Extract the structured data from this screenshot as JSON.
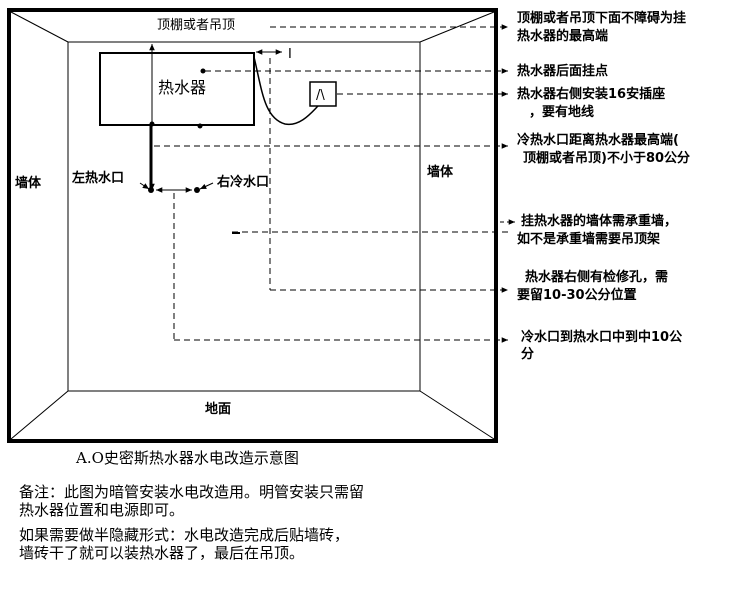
{
  "diagram": {
    "ceiling": "顶棚或者吊顶",
    "heater": "热水器",
    "wall_left": "墙体",
    "wall_right": "墙体",
    "floor": "地面",
    "hot_outlet": "左热水口",
    "cold_outlet": "右冷水口",
    "small_mark": "I",
    "socket_glyph": "/\\",
    "callouts": [
      {
        "line1": "顶棚或者吊顶下面不障碍为挂",
        "line2": "热水器的最高端"
      },
      {
        "line1": "热水器后面挂点",
        "line2": ""
      },
      {
        "line1": "热水器右侧安装16安插座",
        "line2": "，要有地线"
      },
      {
        "line1": "冷热水口距离热水器最高端(",
        "line2": "顶棚或者吊顶)不小于80公分"
      },
      {
        "line1": "挂热水器的墙体需承重墙，",
        "line2": "如不是承重墙需要吊顶架"
      },
      {
        "line1": "热水器右侧有检修孔，需",
        "line2": "要留10-30公分位置"
      },
      {
        "line1": "冷水口到热水口中到中10公",
        "line2": "分"
      }
    ]
  },
  "caption": "A.O史密斯热水器水电改造示意图",
  "notes": [
    {
      "line1": "备注：此图为暗管安装水电改造用。明管安装只需留",
      "line2": "热水器位置和电源即可。"
    },
    {
      "line1": "如果需要做半隐藏形式：水电改造完成后贴墙砖，",
      "line2": "墙砖干了就可以装热水器了，最后在吊顶。"
    }
  ]
}
